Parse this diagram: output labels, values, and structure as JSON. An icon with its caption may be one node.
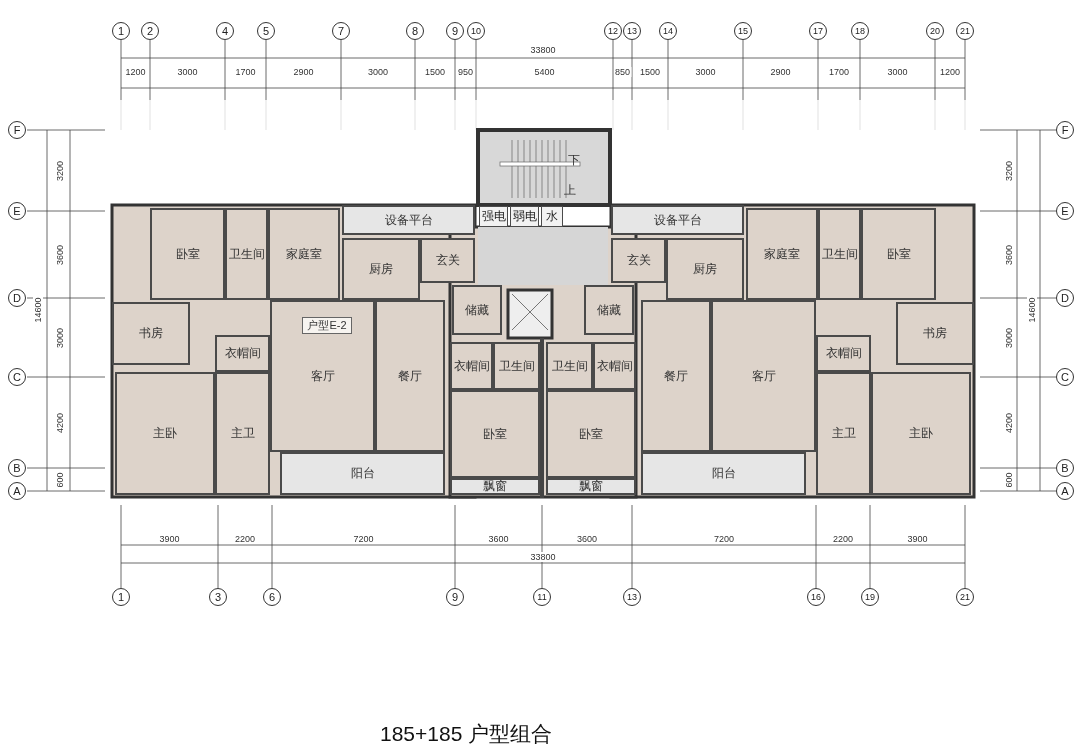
{
  "diagram": {
    "caption": "185+185 户型组合",
    "nodes": [
      {
        "text": [
          "下",
          "上"
        ]
      },
      {
        "text": [
          "强电"
        ]
      },
      {
        "text": [
          "弱电"
        ]
      },
      {
        "text": [
          "水"
        ]
      },
      {
        "text": [
          "卧室"
        ]
      },
      {
        "text": [
          "卫生间"
        ]
      },
      {
        "text": [
          "家庭室"
        ]
      },
      {
        "text": [
          "设备平台"
        ]
      },
      {
        "text": [
          "厨房"
        ]
      },
      {
        "text": [
          "玄关"
        ]
      },
      {
        "text": [
          "书房"
        ]
      },
      {
        "text": [
          "衣帽间"
        ]
      },
      {
        "text": [
          "客厅"
        ]
      },
      {
        "text": [
          "户型E-2"
        ],
        "in": 12
      },
      {
        "text": [
          "餐厅"
        ]
      },
      {
        "text": [
          "主卧"
        ]
      },
      {
        "text": [
          "主卫"
        ]
      },
      {
        "text": [
          "阳台"
        ]
      },
      {
        "text": [
          "储藏"
        ]
      },
      {
        "text": [
          "衣帽间"
        ]
      },
      {
        "text": [
          "卫生间"
        ]
      },
      {
        "text": [
          "卧室"
        ]
      },
      {
        "text": [
          "飘窗"
        ]
      },
      {
        "text": [
          "储藏"
        ]
      },
      {
        "text": [
          "衣帽间"
        ]
      },
      {
        "text": [
          "卫生间"
        ]
      },
      {
        "text": [
          "卧室"
        ]
      },
      {
        "text": [
          "飘窗"
        ]
      },
      {
        "text": [
          "卧室"
        ]
      },
      {
        "text": [
          "卫生间"
        ]
      },
      {
        "text": [
          "家庭室"
        ]
      },
      {
        "text": [
          "设备平台"
        ]
      },
      {
        "text": [
          "厨房"
        ]
      },
      {
        "text": [
          "玄关"
        ]
      },
      {
        "text": [
          "书房"
        ]
      },
      {
        "text": [
          "衣帽间"
        ]
      },
      {
        "text": [
          "客厅"
        ]
      },
      {
        "text": [
          "餐厅"
        ]
      },
      {
        "text": [
          "主卧"
        ]
      },
      {
        "text": [
          "主卫"
        ]
      },
      {
        "text": [
          "阳台"
        ]
      }
    ],
    "labels": [
      "1",
      "2",
      "4",
      "5",
      "7",
      "8",
      "9",
      "10",
      "12",
      "13",
      "14",
      "15",
      "17",
      "18",
      "20",
      "21",
      "33800",
      "1200",
      "3000",
      "1700",
      "2900",
      "3000",
      "1500",
      "950",
      "5400",
      "850",
      "1500",
      "3000",
      "2900",
      "1700",
      "3000",
      "1200",
      "F",
      "E",
      "D",
      "C",
      "B",
      "A",
      "14600",
      "3200",
      "3600",
      "3000",
      "4200",
      "600",
      "F",
      "E",
      "D",
      "C",
      "B",
      "A",
      "14600",
      "3200",
      "3600",
      "3000",
      "4200",
      "600",
      "3900",
      "2200",
      "7200",
      "3600",
      "3600",
      "7200",
      "2200",
      "3900",
      "33800",
      "1",
      "3",
      "6",
      "9",
      "11",
      "13",
      "16",
      "19",
      "21"
    ]
  }
}
